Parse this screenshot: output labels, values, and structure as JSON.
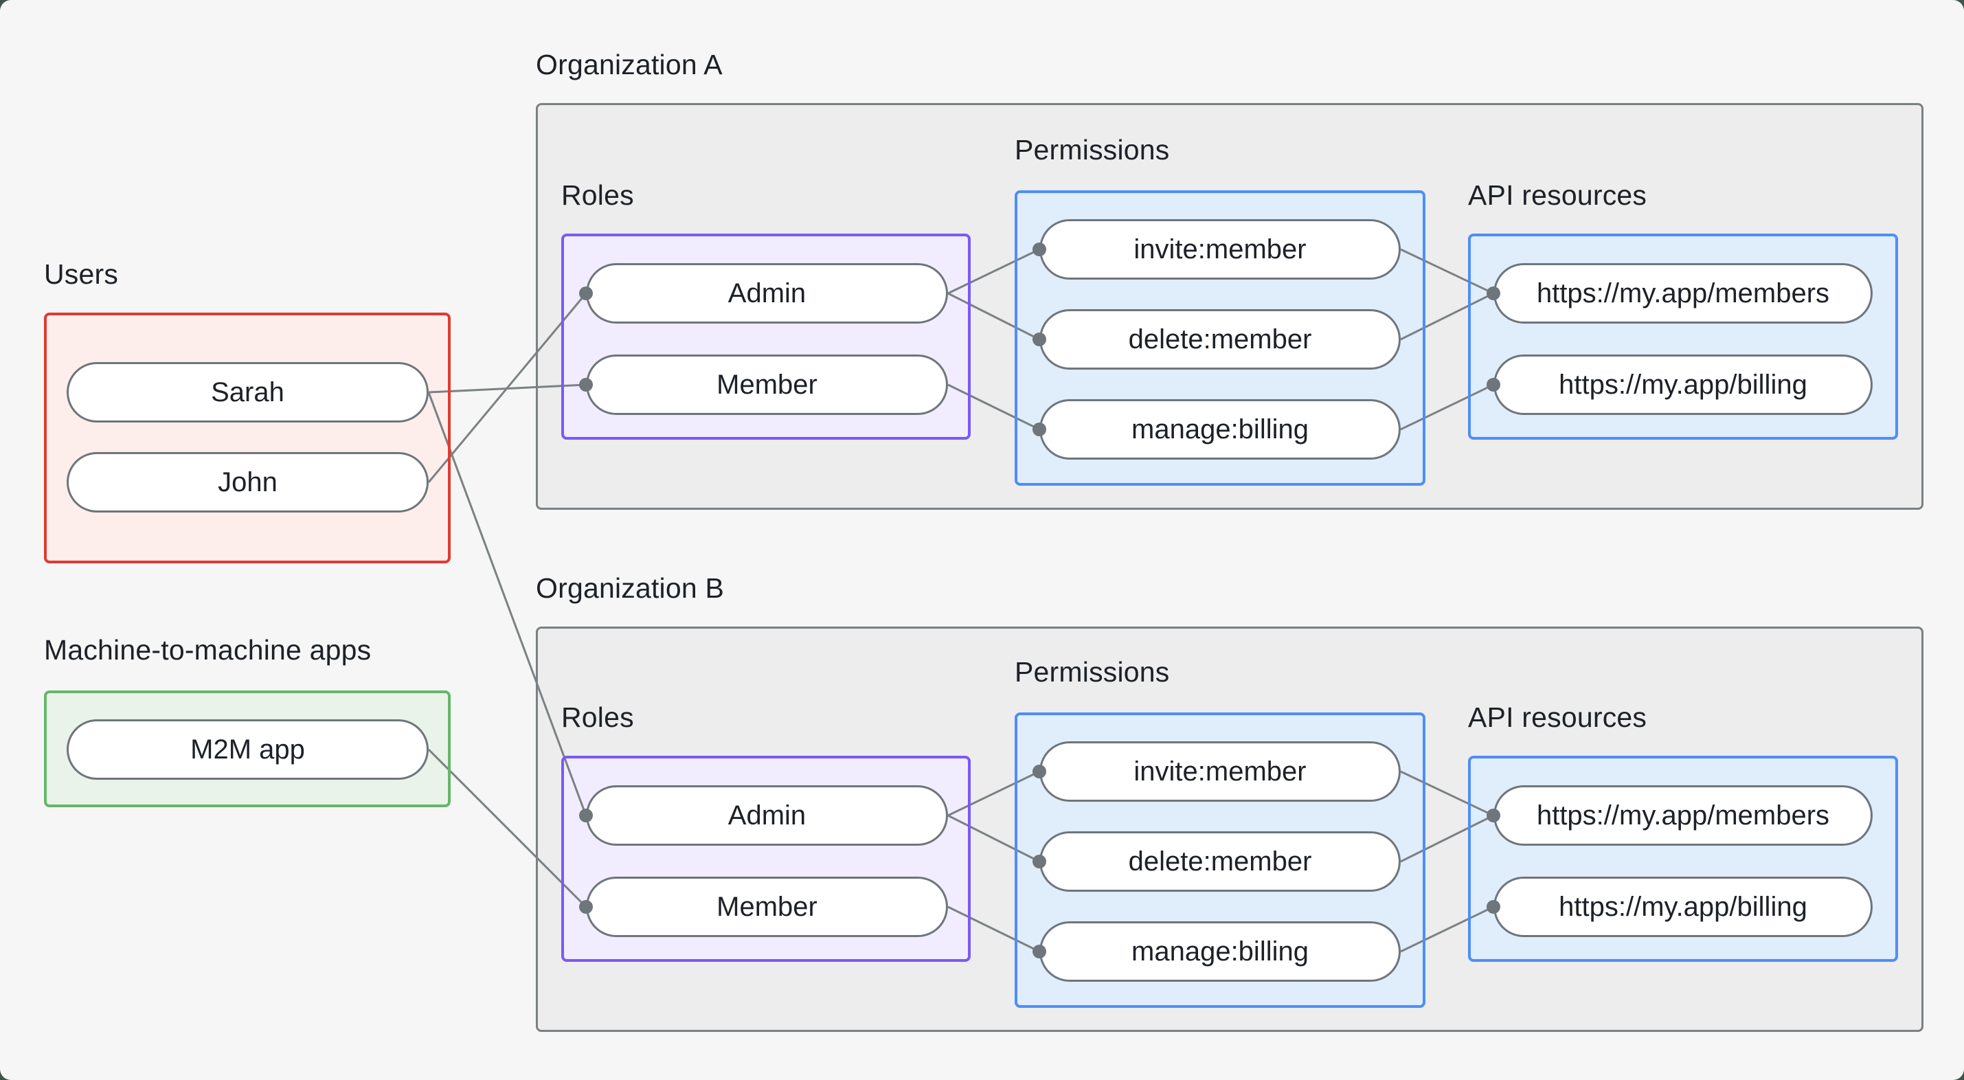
{
  "page": {
    "background_color": "#f5f6f5",
    "frame_color": "#3c554a"
  },
  "users": {
    "title": "Users",
    "items": [
      "Sarah",
      "John"
    ]
  },
  "m2m": {
    "title": "Machine-to-machine apps",
    "items": [
      "M2M app"
    ]
  },
  "orgs": [
    {
      "title": "Organization A",
      "roles_title": "Roles",
      "permissions_title": "Permissions",
      "api_title": "API resources",
      "roles": [
        "Admin",
        "Member"
      ],
      "permissions": [
        "invite:member",
        "delete:member",
        "manage:billing"
      ],
      "api_resources": [
        "https://my.app/members",
        "https://my.app/billing"
      ]
    },
    {
      "title": "Organization B",
      "roles_title": "Roles",
      "permissions_title": "Permissions",
      "api_title": "API resources",
      "roles": [
        "Admin",
        "Member"
      ],
      "permissions": [
        "invite:member",
        "delete:member",
        "manage:billing"
      ],
      "api_resources": [
        "https://my.app/members",
        "https://my.app/billing"
      ]
    }
  ],
  "edges": [
    {
      "from": "Sarah",
      "to": "Member",
      "org": "Organization A"
    },
    {
      "from": "John",
      "to": "Admin",
      "org": "Organization A"
    },
    {
      "from": "Sarah",
      "to": "Admin",
      "org": "Organization B"
    },
    {
      "from": "M2M app",
      "to": "Member",
      "org": "Organization B"
    },
    {
      "from": "Admin",
      "to": "invite:member",
      "org": "Organization A"
    },
    {
      "from": "Admin",
      "to": "delete:member",
      "org": "Organization A"
    },
    {
      "from": "Member",
      "to": "manage:billing",
      "org": "Organization A"
    },
    {
      "from": "invite:member",
      "to": "https://my.app/members",
      "org": "Organization A"
    },
    {
      "from": "delete:member",
      "to": "https://my.app/members",
      "org": "Organization A"
    },
    {
      "from": "manage:billing",
      "to": "https://my.app/billing",
      "org": "Organization A"
    },
    {
      "from": "Admin",
      "to": "invite:member",
      "org": "Organization B"
    },
    {
      "from": "Admin",
      "to": "delete:member",
      "org": "Organization B"
    },
    {
      "from": "Member",
      "to": "manage:billing",
      "org": "Organization B"
    },
    {
      "from": "invite:member",
      "to": "https://my.app/members",
      "org": "Organization B"
    },
    {
      "from": "delete:member",
      "to": "https://my.app/members",
      "org": "Organization B"
    },
    {
      "from": "manage:billing",
      "to": "https://my.app/billing",
      "org": "Organization B"
    }
  ],
  "colors": {
    "users_border": "#e03b30",
    "users_fill": "#fdeeec",
    "m2m_border": "#65b76a",
    "m2m_fill": "#e9f3e9",
    "org_border": "#7b8083",
    "org_fill": "#ededed",
    "roles_border": "#7b59f8",
    "roles_fill": "#f2edfe",
    "blue_border": "#4e8ef7",
    "blue_fill": "#e0edfb",
    "pill_border": "#6e757b",
    "connector": "#7b8184",
    "text": "#1d2127"
  }
}
